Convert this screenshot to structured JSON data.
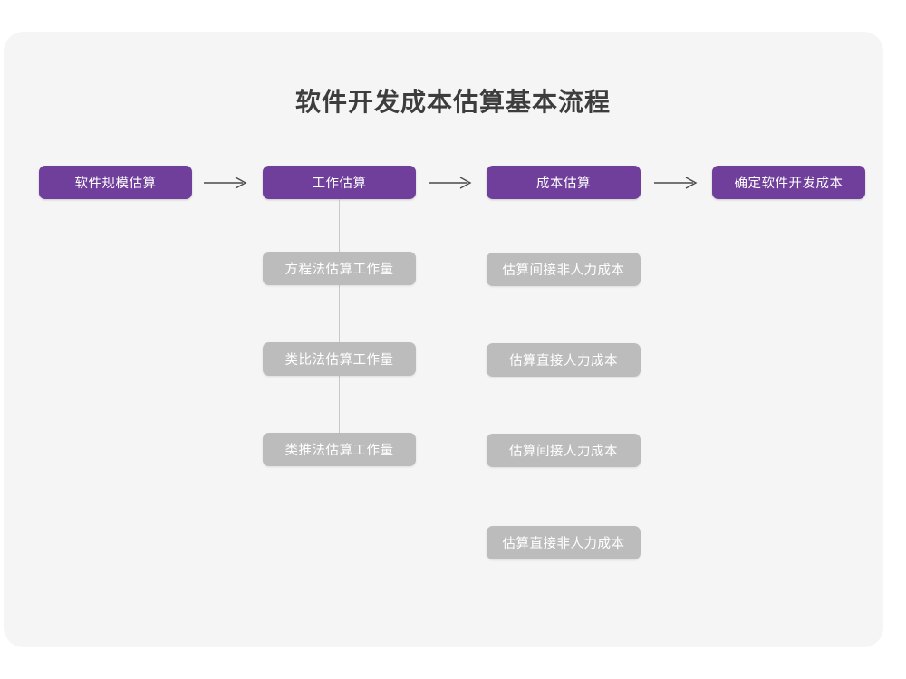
{
  "diagram": {
    "title": "软件开发成本估算基本流程",
    "main_flow": [
      {
        "id": "scale",
        "label": "软件规模估算"
      },
      {
        "id": "effort",
        "label": "工作估算"
      },
      {
        "id": "cost",
        "label": "成本估算"
      },
      {
        "id": "final",
        "label": "确定软件开发成本"
      }
    ],
    "effort_methods": [
      {
        "id": "equation",
        "label": "方程法估算工作量"
      },
      {
        "id": "analogy",
        "label": "类比法估算工作量"
      },
      {
        "id": "analogue",
        "label": "类推法估算工作量"
      }
    ],
    "cost_methods": [
      {
        "id": "indirect-nonlabor",
        "label": "估算间接非人力成本"
      },
      {
        "id": "direct-labor",
        "label": "估算直接人力成本"
      },
      {
        "id": "indirect-labor",
        "label": "估算间接人力成本"
      },
      {
        "id": "direct-nonlabor",
        "label": "估算直接非人力成本"
      }
    ],
    "connectors": {
      "arrow_glyph": "→",
      "arrow_count": 3
    },
    "colors": {
      "canvas": "#ffffff",
      "card": "#f5f5f5",
      "primary_node": "#6f3f9b",
      "secondary_node": "#bcbcbc",
      "node_text": "#ffffff",
      "title_text": "#3d3d3d",
      "connector_line": "#c9c9c9",
      "arrow": "#4a4a4a"
    }
  }
}
